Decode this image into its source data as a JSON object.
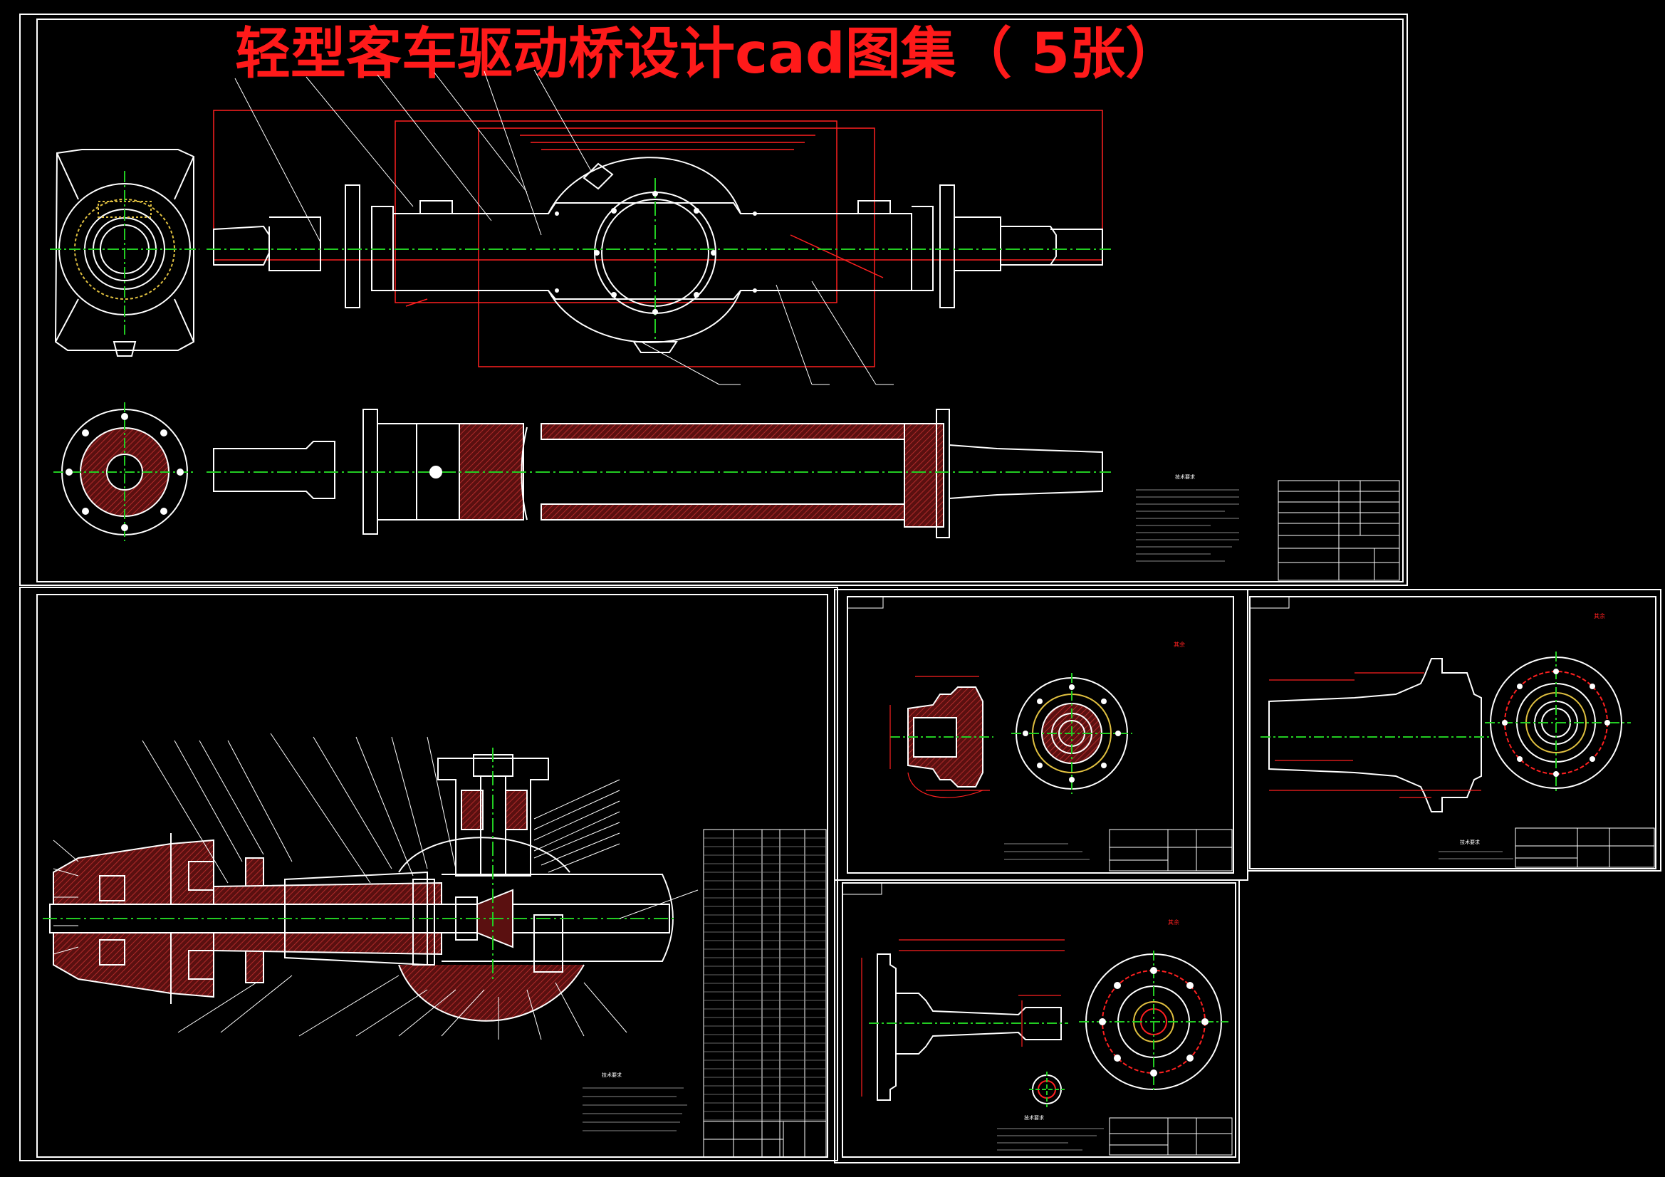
{
  "title": "轻型客车驱动桥设计cad图集（ 5张）",
  "colors": {
    "background": "#000000",
    "line": "#ffffff",
    "title": "#ff1a1a",
    "dimension": "#ff2020",
    "centerline": "#22cc22",
    "hatch": "#8b1d1d",
    "yellow": "#e0c040"
  },
  "sheets": [
    {
      "id": "axle-housing",
      "notes_heading": "技术要求",
      "roughness_label": ""
    },
    {
      "id": "drive-axle-assembly",
      "notes_heading": "技术要求",
      "roughness_label": ""
    },
    {
      "id": "differential-case",
      "notes_heading": "",
      "roughness_label": "其余"
    },
    {
      "id": "half-shaft-sleeve",
      "notes_heading": "技术要求",
      "roughness_label": "其余"
    },
    {
      "id": "half-shaft",
      "notes_heading": "技术要求",
      "roughness_label": "其余"
    }
  ]
}
